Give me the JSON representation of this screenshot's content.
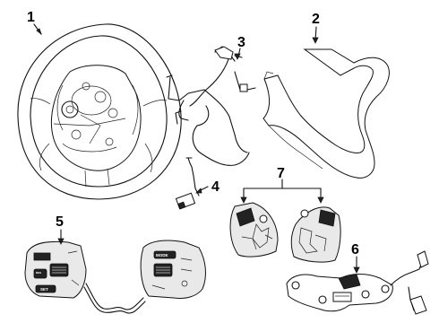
{
  "callouts": {
    "c1": "1",
    "c2": "2",
    "c3": "3",
    "c4": "4",
    "c5": "5",
    "c6": "6",
    "c7": "7"
  },
  "switch_labels": {
    "mode": "MODE",
    "set": "SET"
  }
}
